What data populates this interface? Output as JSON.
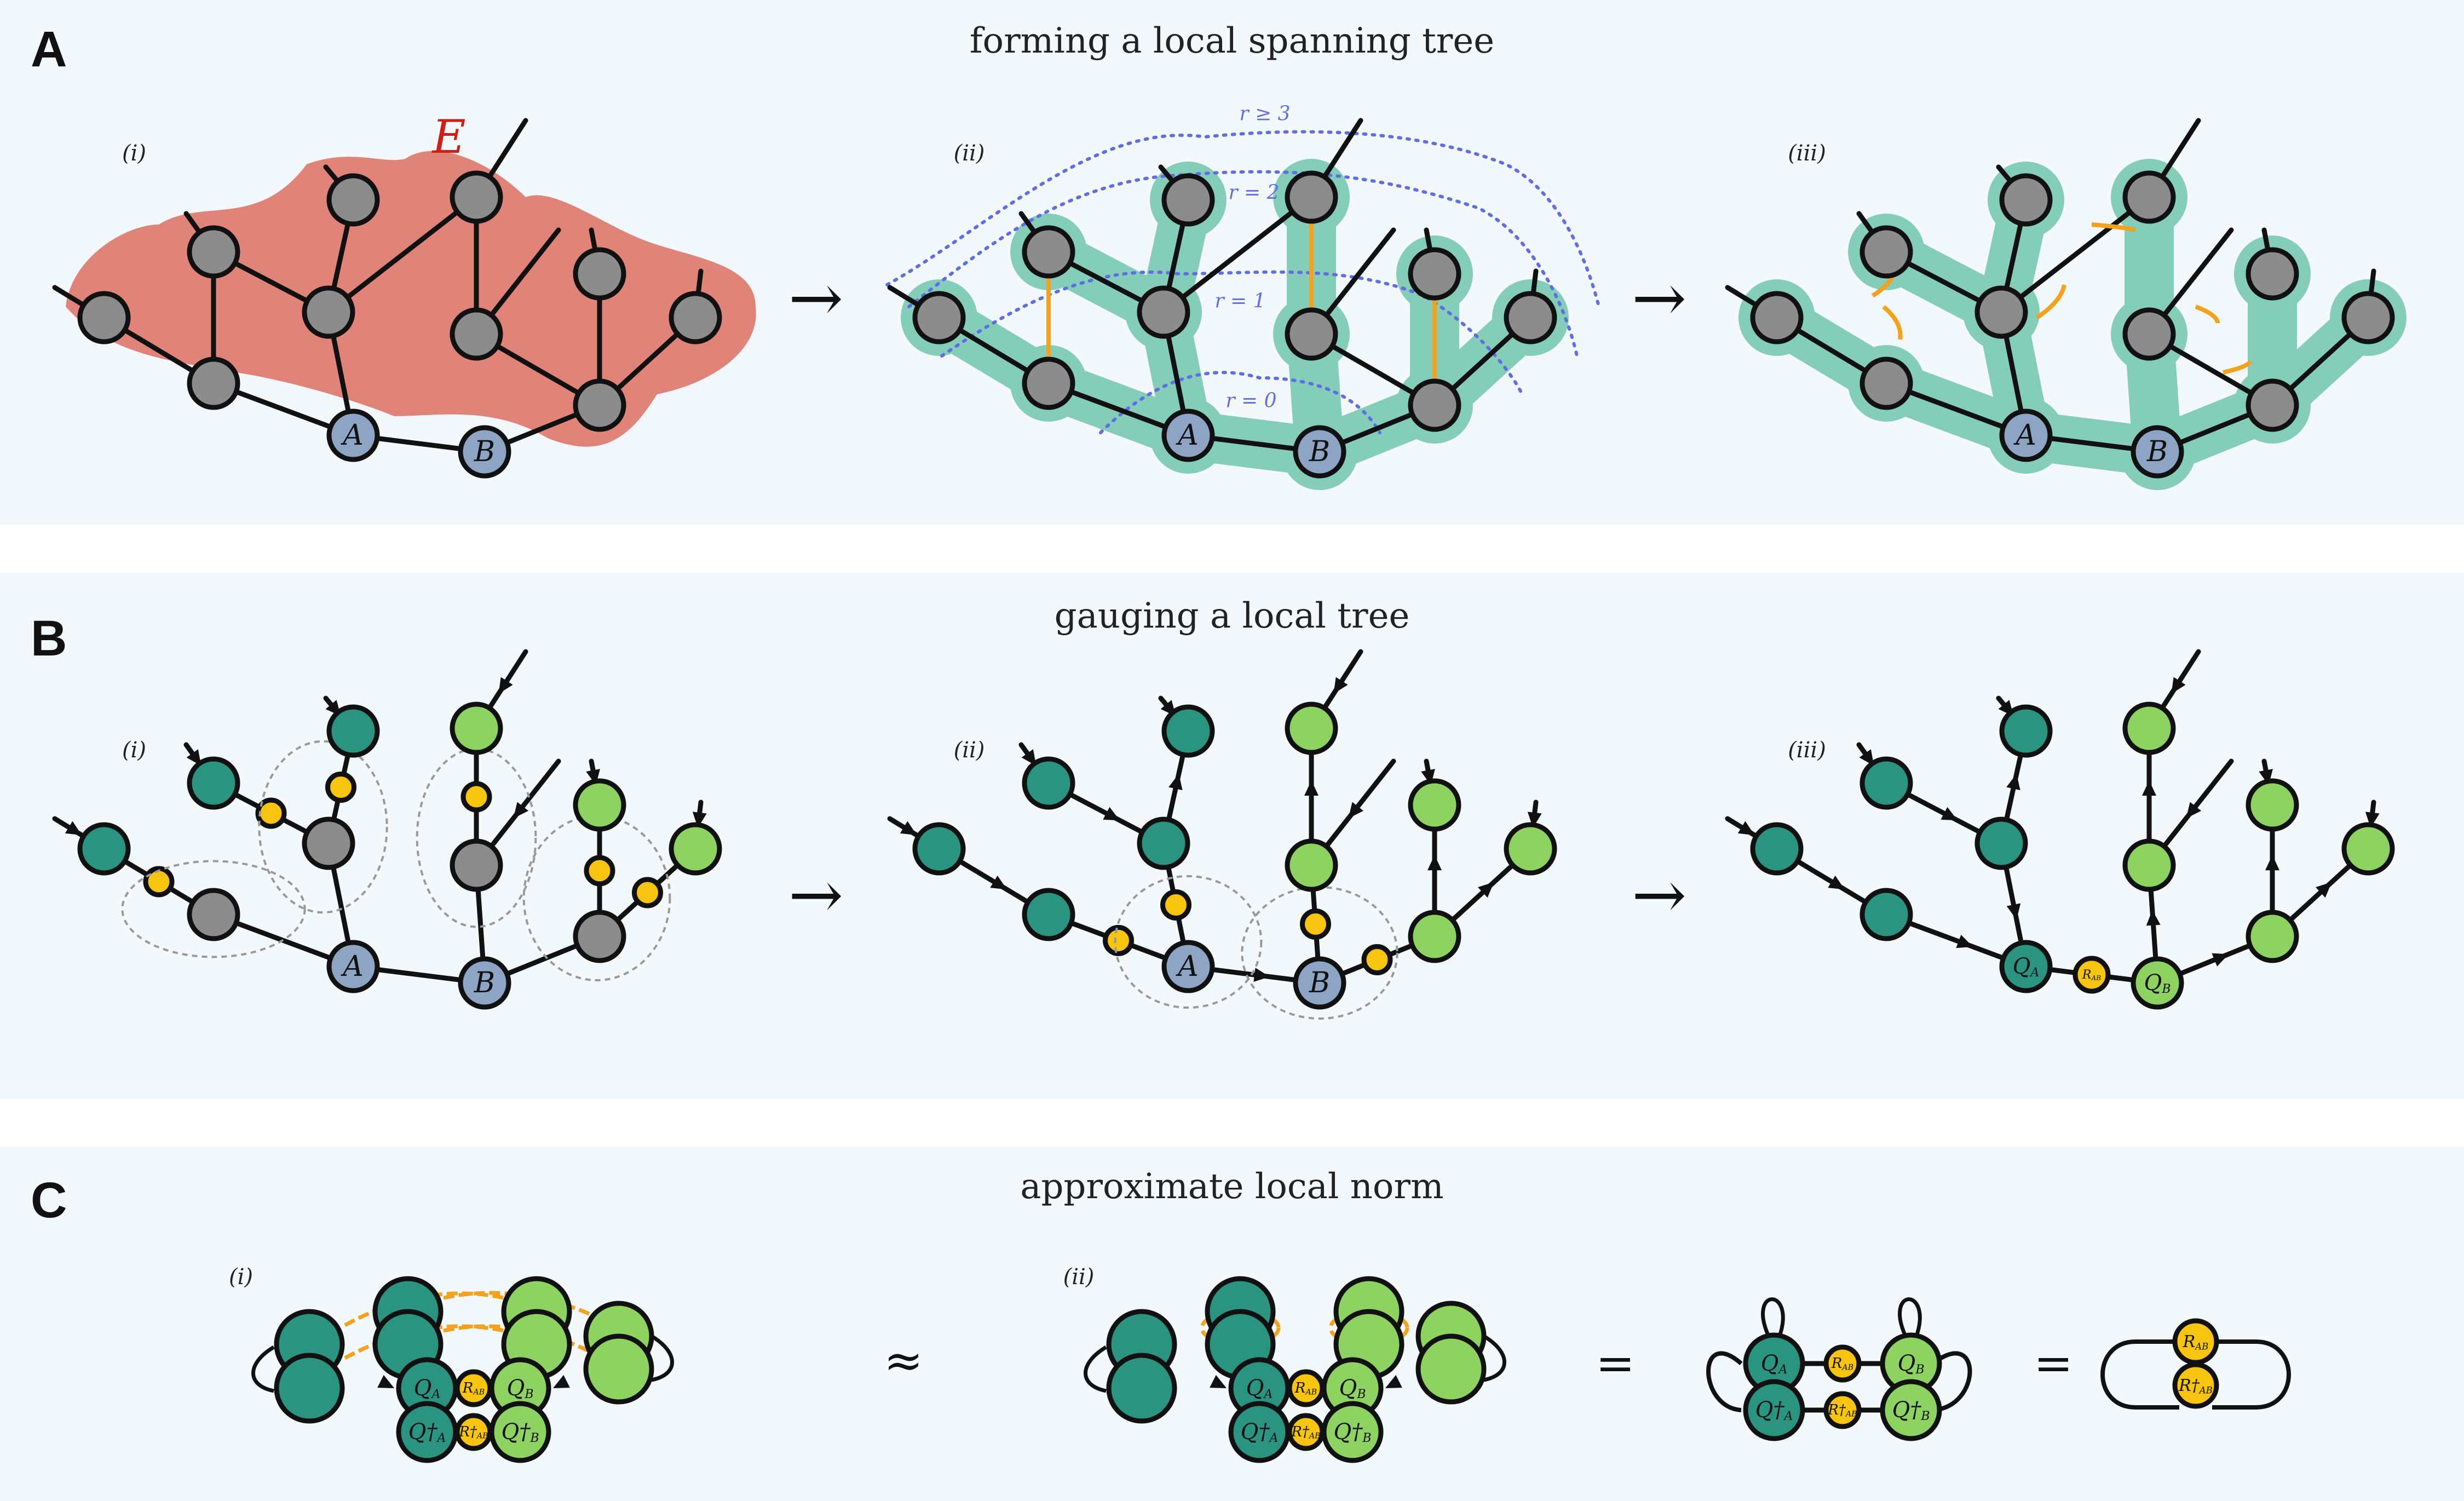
{
  "panels": [
    {
      "letter": "A",
      "title": "forming a local spanning tree",
      "sublabels": [
        "(i)",
        "(ii)",
        "(iii)"
      ]
    },
    {
      "letter": "B",
      "title": "gauging a local tree",
      "sublabels": [
        "(i)",
        "(ii)",
        "(iii)"
      ]
    },
    {
      "letter": "C",
      "title": "approximate local norm",
      "sublabels": [
        "(i)",
        "(ii)"
      ]
    }
  ],
  "node_labels": {
    "a": "A",
    "b": "B"
  },
  "environment_label": "E",
  "radius_labels": [
    "r ≥ 3",
    "r = 2",
    "r = 1",
    "r = 0"
  ],
  "arrow_symbol": "→",
  "relations": {
    "approx": "≈",
    "equals": "="
  },
  "c_labels": {
    "qa": "Q",
    "qb": "Q",
    "sub_a": "A",
    "sub_b": "B",
    "r": "R",
    "r_sub": "AB",
    "dagger": "†"
  },
  "colors": {
    "background": "#f3f8fd",
    "gray_node": "#8c8c8c",
    "ab_node": "#8ea4c4",
    "dark_teal": "#2a9481",
    "light_green": "#8ed361",
    "yellow": "#f7c40f",
    "orange_edge": "#f2a21e",
    "environment": "#e0847a",
    "tree_halo": "#84cdb9",
    "radius_contour": "#5f6fe2",
    "env_label": "#cc2016"
  }
}
